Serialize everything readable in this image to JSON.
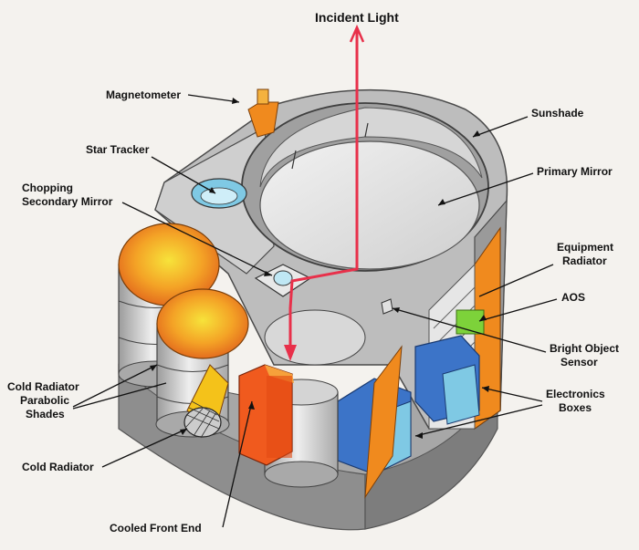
{
  "labels": {
    "incident_light": "Incident Light",
    "magnetometer": "Magnetometer",
    "sunshade": "Sunshade",
    "star_tracker": "Star Tracker",
    "primary_mirror": "Primary Mirror",
    "chopping_line1": "Chopping",
    "chopping_line2": "Secondary Mirror",
    "equipment_line1": "Equipment",
    "equipment_line2": "Radiator",
    "aos": "AOS",
    "bright_line1": "Bright Object",
    "bright_line2": "Sensor",
    "cold_shades_line1": "Cold Radiator",
    "cold_shades_line2": "Parabolic",
    "cold_shades_line3": "Shades",
    "electronics_line1": "Electronics",
    "electronics_line2": "Boxes",
    "cold_radiator": "Cold Radiator",
    "cooled_front_end": "Cooled Front End"
  },
  "colors": {
    "light_ray": "#e8304a",
    "body": "#b9b9b9",
    "mirror": "#e2e2e2",
    "orange": "#f08a1e",
    "yellow": "#f4c21a",
    "green": "#7dd23a",
    "blue": "#3c74c8",
    "cyan": "#7fc9e4"
  }
}
